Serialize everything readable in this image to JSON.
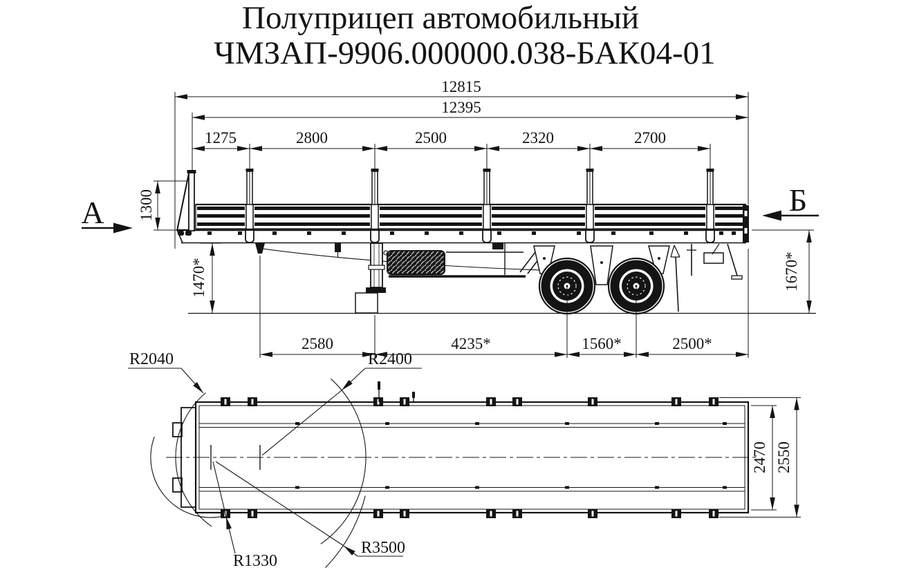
{
  "title": {
    "line1": "Полуприцеп автомобильный",
    "line2": "ЧМЗАП-9906.000000.038-БАК04-01"
  },
  "side_view": {
    "label_view_a": "А",
    "label_view_b": "Б",
    "dim_overall_length": "12815",
    "dim_platform_length": "12395",
    "stake_spacings": [
      "1275",
      "2800",
      "2500",
      "2320",
      "2700"
    ],
    "dim_side_height": "1300",
    "dim_front_deck_height": "1470*",
    "dim_rear_deck_height": "1670*",
    "bottom_dims": [
      "2580",
      "4235*",
      "1560*",
      "2500*"
    ]
  },
  "top_view": {
    "radii": {
      "front_corner": "R2040",
      "front_swing": "R2400",
      "inner_swing": "R1330",
      "rear_swing": "R3500"
    },
    "dim_platform_width": "2470",
    "dim_overall_width": "2550"
  },
  "colors": {
    "line": "#141414",
    "background": "#ffffff"
  }
}
